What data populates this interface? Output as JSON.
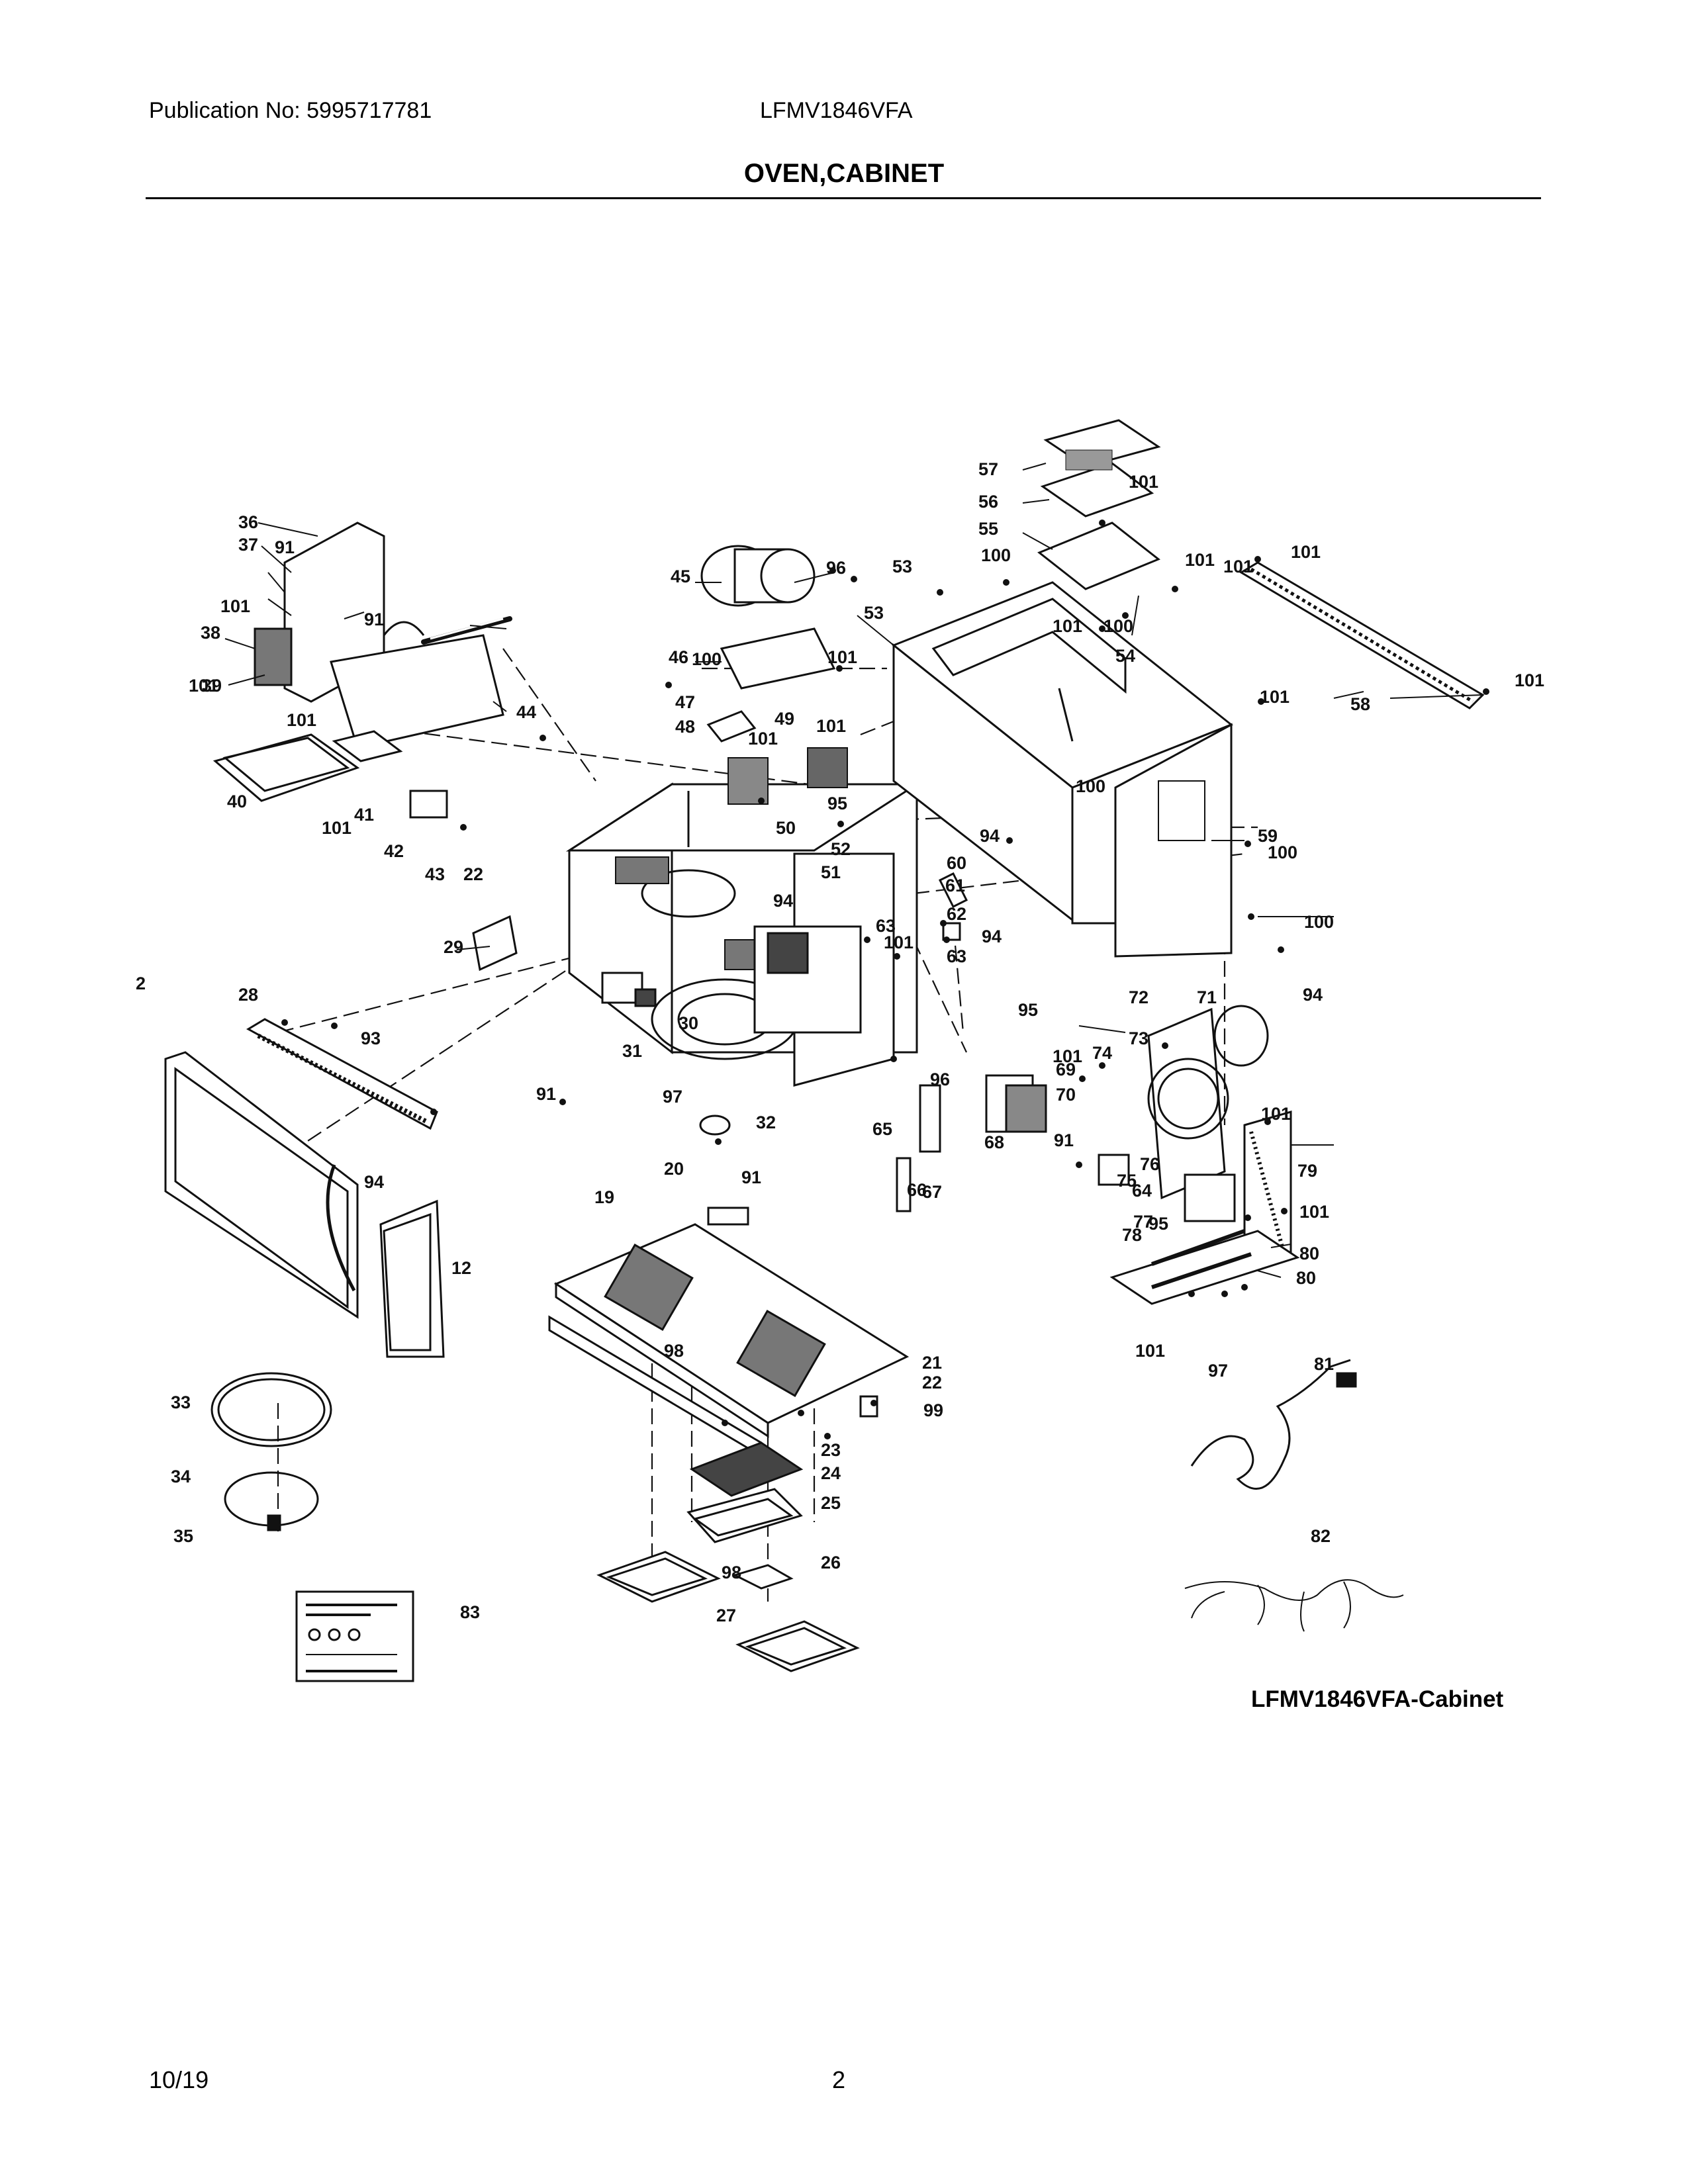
{
  "header": {
    "publication": "Publication No: 5995717781",
    "model": "LFMV1846VFA",
    "section_title": "OVEN,CABINET"
  },
  "diagram": {
    "caption": "LFMV1846VFA-Cabinet",
    "callouts": [
      "2",
      "12",
      "19",
      "20",
      "21",
      "22",
      "22",
      "23",
      "24",
      "25",
      "26",
      "27",
      "28",
      "29",
      "30",
      "31",
      "32",
      "33",
      "34",
      "35",
      "36",
      "37",
      "38",
      "39",
      "40",
      "41",
      "42",
      "43",
      "44",
      "45",
      "46",
      "47",
      "48",
      "49",
      "50",
      "51",
      "52",
      "53",
      "53",
      "54",
      "55",
      "56",
      "57",
      "58",
      "59",
      "60",
      "61",
      "62",
      "63",
      "63",
      "64",
      "65",
      "66",
      "67",
      "68",
      "69",
      "70",
      "71",
      "72",
      "73",
      "74",
      "75",
      "76",
      "77",
      "78",
      "79",
      "80",
      "80",
      "81",
      "82",
      "83",
      "91",
      "91",
      "91",
      "91",
      "91",
      "93",
      "94",
      "94",
      "94",
      "94",
      "94",
      "95",
      "95",
      "95",
      "96",
      "96",
      "97",
      "97",
      "98",
      "98",
      "99",
      "100",
      "100",
      "100",
      "100",
      "100",
      "100",
      "101",
      "101",
      "101",
      "101",
      "101",
      "101",
      "101",
      "101",
      "101",
      "101",
      "101",
      "101",
      "101",
      "101",
      "101",
      "101",
      "101",
      "101",
      "101"
    ]
  },
  "footer": {
    "date": "10/19",
    "page": "2"
  }
}
